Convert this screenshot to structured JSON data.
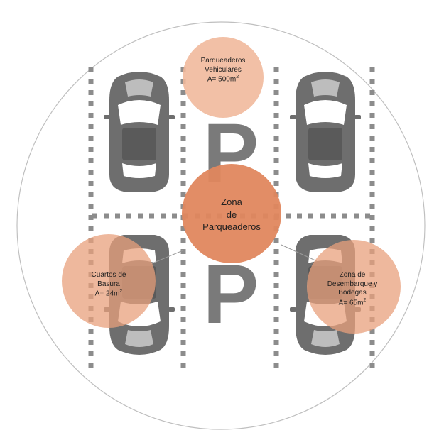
{
  "diagram": {
    "center": {
      "lines": [
        "Zona",
        "de",
        "Parqueaderos"
      ]
    },
    "top": {
      "line1": "Parqueaderos",
      "line2": "Vehiculares",
      "area_prefix": "A= 500m",
      "area_exp": "2"
    },
    "left": {
      "line1": "Cuartos de",
      "line2": "Basura",
      "area_prefix": "A= 24m",
      "area_exp": "2"
    },
    "right": {
      "line1": "Zona de",
      "line2": "Desembarque y",
      "line3": "Bodegas",
      "area_prefix": "A= 65m",
      "area_exp": "2"
    },
    "parking_sign_letter": "P",
    "colors": {
      "center_fill": "#e0875e",
      "satellite_fill": "#f0b79a",
      "outer_stroke": "#bfbfbf",
      "dash": "#8c8c8c",
      "car": "#6e6e6e",
      "sign": "#7a7a7a"
    }
  }
}
